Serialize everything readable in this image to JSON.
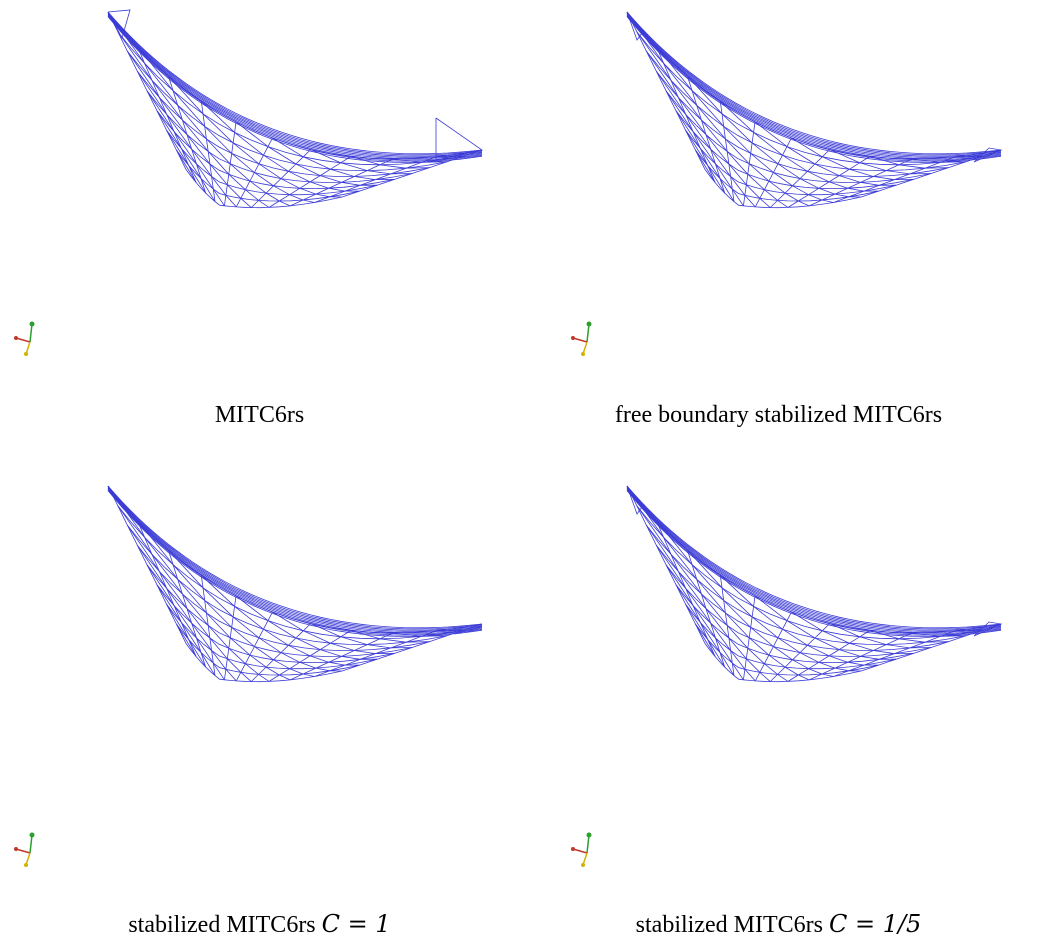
{
  "panels": [
    {
      "caption_text": "MITC6rs",
      "caption_math": "",
      "variant": "unstabilized",
      "mesh_color": "#3b3bd6"
    },
    {
      "caption_text": "free boundary stabilized MITC6rs",
      "caption_math": "",
      "variant": "free",
      "mesh_color": "#3b3bd6"
    },
    {
      "caption_text": "stabilized MITC6rs ",
      "caption_math": "C = 1",
      "variant": "c1",
      "mesh_color": "#3b3bd6"
    },
    {
      "caption_text": "stabilized MITC6rs ",
      "caption_math": "C = 1/5",
      "variant": "c5",
      "mesh_color": "#3b3bd6"
    }
  ],
  "axis_triad_icon": "xyz-axis-triad-icon",
  "colors": {
    "mesh": "#3b3bd6",
    "axis_x": "#c0392b",
    "axis_y": "#2ca02c",
    "axis_z": "#d4b000"
  }
}
